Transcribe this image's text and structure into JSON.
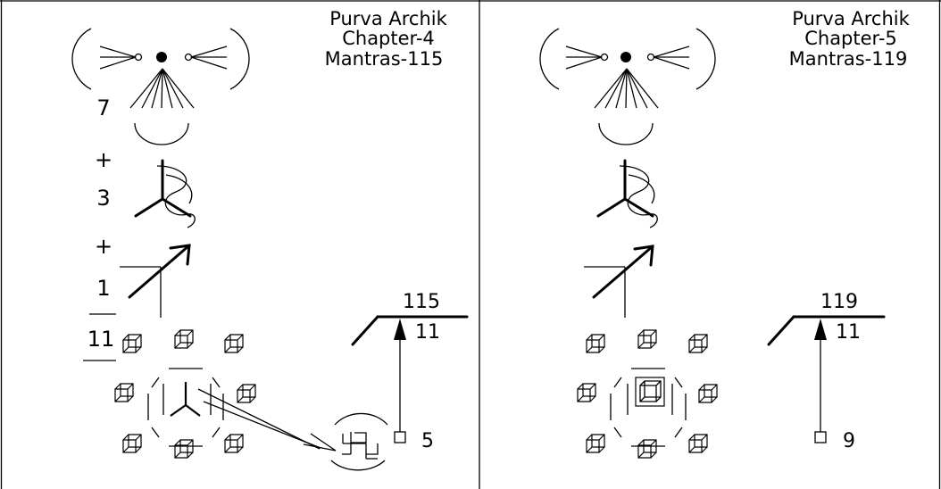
{
  "panels": [
    {
      "title": [
        "Purva Archik",
        "Chapter-4",
        "Mantras-115"
      ],
      "left_numbers": [
        "7",
        "+",
        "3",
        "+",
        "1",
        "11"
      ],
      "fraction_top": "115",
      "fraction_bottom": "11",
      "source_number": "5",
      "center_symbol": "tripod",
      "has_swastika": true
    },
    {
      "title": [
        "Purva Archik",
        "Chapter-5",
        "Mantras-119"
      ],
      "left_numbers": [],
      "fraction_top": "119",
      "fraction_bottom": "11",
      "source_number": "9",
      "center_symbol": "cube",
      "has_swastika": false
    }
  ],
  "colors": {
    "ink": "#000000",
    "background": "#ffffff"
  }
}
